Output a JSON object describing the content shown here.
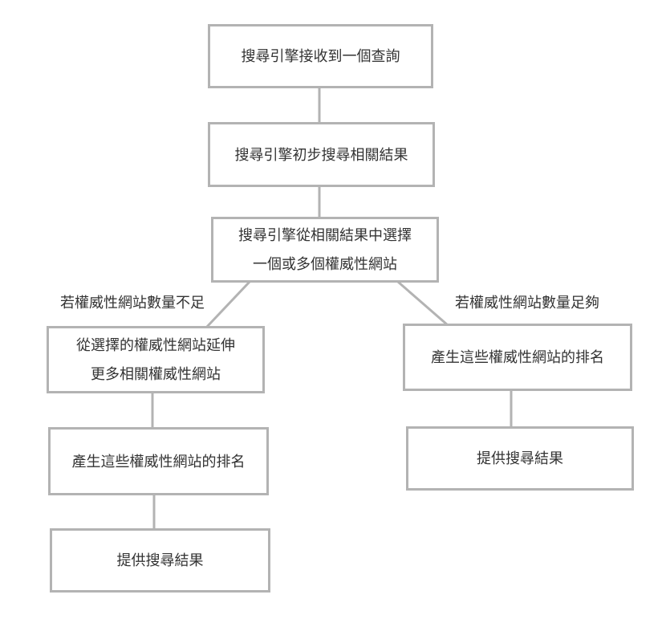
{
  "diagram": {
    "type": "flowchart",
    "direction": "top-down",
    "colors": {
      "background": "#ffffff",
      "node_fill": "#ffffff",
      "node_border": "#b3b3b3",
      "edge": "#b3b3b3",
      "text": "#333333"
    },
    "nodes": {
      "receive_query": {
        "lines": [
          "搜尋引擎接收到一個查詢"
        ]
      },
      "initial_search": {
        "lines": [
          "搜尋引擎初步搜尋相關結果"
        ]
      },
      "select_sites": {
        "lines": [
          "搜尋引擎從相關結果中選擇",
          "一個或多個權威性網站"
        ]
      },
      "extend_sites": {
        "lines": [
          "從選擇的權威性網站延伸",
          "更多相關權威性網站"
        ]
      },
      "rank_sites_right": {
        "lines": [
          "產生這些權威性網站的排名"
        ]
      },
      "rank_sites_left": {
        "lines": [
          "產生這些權威性網站的排名"
        ]
      },
      "provide_results_right": {
        "lines": [
          "提供搜尋結果"
        ]
      },
      "provide_results_left": {
        "lines": [
          "提供搜尋結果"
        ]
      }
    },
    "edge_labels": {
      "insufficient": {
        "text": "若權威性網站數量不足"
      },
      "sufficient": {
        "text": "若權威性網站數量足夠"
      }
    },
    "edges": [
      {
        "from": "receive_query",
        "to": "initial_search"
      },
      {
        "from": "initial_search",
        "to": "select_sites"
      },
      {
        "from": "select_sites",
        "to": "extend_sites",
        "label": "若權威性網站數量不足"
      },
      {
        "from": "select_sites",
        "to": "rank_sites_right",
        "label": "若權威性網站數量足夠"
      },
      {
        "from": "extend_sites",
        "to": "rank_sites_left"
      },
      {
        "from": "rank_sites_left",
        "to": "provide_results_left"
      },
      {
        "from": "rank_sites_right",
        "to": "provide_results_right"
      }
    ]
  }
}
